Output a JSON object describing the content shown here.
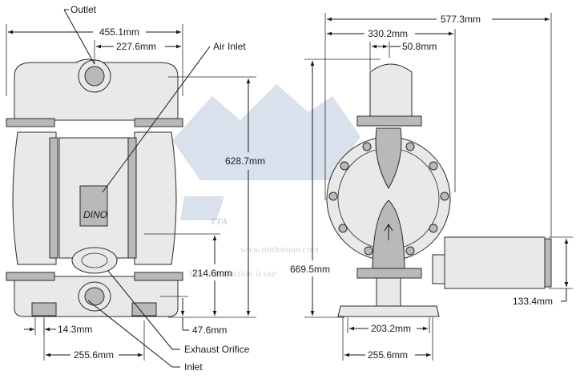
{
  "labels": {
    "outlet": "Outlet",
    "air_inlet": "Air Inlet",
    "exhaust_orifice": "Exhaust Orifice",
    "inlet": "Inlet"
  },
  "dimensions": {
    "front_width": "455.1mm",
    "front_outlet_width": "227.6mm",
    "front_height": "628.7mm",
    "front_inlet_height": "214.6mm",
    "front_foot": "14.3mm",
    "front_base_width": "255.6mm",
    "front_base_height": "47.6mm",
    "side_total_width": "577.3mm",
    "side_width": "330.2mm",
    "side_top": "50.8mm",
    "side_height": "669.5mm",
    "side_muffler": "133.4mm",
    "side_inner_base": "203.2mm",
    "side_base": "255.6mm"
  },
  "watermark": {
    "logo": "TTA",
    "site": "www.tinthienan.com",
    "slogan": "Your satisfaction is our"
  },
  "pump_badge": "DINO",
  "colors": {
    "line": "#1a1a1a",
    "body_fill": "#e9e9e9",
    "watermark": "#b8c9dd"
  }
}
